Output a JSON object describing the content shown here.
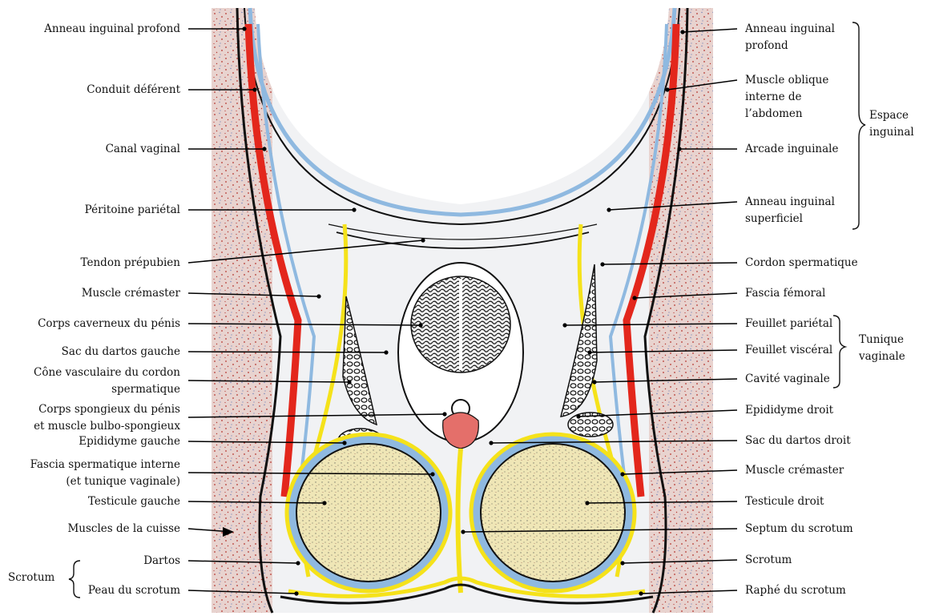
{
  "colors": {
    "background": "#ffffff",
    "thigh_tissue": "#e2c9c4",
    "thigh_speckle": "#b5352e",
    "muscle_red": "#e3271c",
    "fascia_blue": "#8fb9e0",
    "dartos_yellow": "#f5e21a",
    "testis_fill": "#efe6b6",
    "ink": "#111111"
  },
  "left_labels": [
    {
      "id": "anneau-inguinal-profond-left",
      "lines": [
        "Anneau inguinal profond"
      ]
    },
    {
      "id": "conduit-deferent",
      "lines": [
        "Conduit déférent"
      ]
    },
    {
      "id": "canal-vaginal",
      "lines": [
        "Canal vaginal"
      ]
    },
    {
      "id": "peritoine-parietal",
      "lines": [
        "Péritoine pariétal"
      ]
    },
    {
      "id": "tendon-prepubien",
      "lines": [
        "Tendon prépubien"
      ]
    },
    {
      "id": "muscle-cremaster-left",
      "lines": [
        "Muscle crémaster"
      ]
    },
    {
      "id": "corps-caverneux",
      "lines": [
        "Corps caverneux du pénis"
      ]
    },
    {
      "id": "sac-dartos-gauche",
      "lines": [
        "Sac du dartos gauche"
      ]
    },
    {
      "id": "cone-vasculaire",
      "lines": [
        "Cône vasculaire du cordon",
        "spermatique"
      ]
    },
    {
      "id": "corps-spongieux",
      "lines": [
        "Corps spongieux du pénis",
        "et muscle bulbo-spongieux"
      ]
    },
    {
      "id": "epididyme-gauche",
      "lines": [
        "Epididyme gauche"
      ]
    },
    {
      "id": "fascia-spermatique-interne",
      "lines": [
        "Fascia spermatique interne",
        "(et tunique vaginale)"
      ]
    },
    {
      "id": "testicule-gauche",
      "lines": [
        "Testicule gauche"
      ]
    },
    {
      "id": "muscles-cuisse",
      "lines": [
        "Muscles de la cuisse"
      ]
    },
    {
      "id": "dartos",
      "lines": [
        "Dartos"
      ]
    },
    {
      "id": "peau-scrotum",
      "lines": [
        "Peau du scrotum"
      ]
    }
  ],
  "scrotum_group_label": "Scrotum",
  "right_labels": [
    {
      "id": "anneau-inguinal-profond-right",
      "lines": [
        "Anneau inguinal",
        "profond"
      ]
    },
    {
      "id": "muscle-oblique-interne",
      "lines": [
        "Muscle oblique",
        "interne de",
        "l’abdomen"
      ]
    },
    {
      "id": "arcade-inguinale",
      "lines": [
        "Arcade inguinale"
      ]
    },
    {
      "id": "anneau-inguinal-superficiel",
      "lines": [
        "Anneau inguinal",
        "superficiel"
      ]
    },
    {
      "id": "cordon-spermatique",
      "lines": [
        "Cordon spermatique"
      ]
    },
    {
      "id": "fascia-femoral",
      "lines": [
        "Fascia fémoral"
      ]
    },
    {
      "id": "feuillet-parietal",
      "lines": [
        "Feuillet pariétal"
      ]
    },
    {
      "id": "feuillet-visceral",
      "lines": [
        "Feuillet viscéral"
      ]
    },
    {
      "id": "cavite-vaginale",
      "lines": [
        "Cavité vaginale"
      ]
    },
    {
      "id": "epididyme-droit",
      "lines": [
        "Epididyme droit"
      ]
    },
    {
      "id": "sac-dartos-droit",
      "lines": [
        "Sac du dartos droit"
      ]
    },
    {
      "id": "muscle-cremaster-right",
      "lines": [
        "Muscle crémaster"
      ]
    },
    {
      "id": "testicule-droit",
      "lines": [
        "Testicule droit"
      ]
    },
    {
      "id": "septum-scrotum",
      "lines": [
        "Septum du scrotum"
      ]
    },
    {
      "id": "scrotum-right",
      "lines": [
        "Scrotum"
      ]
    },
    {
      "id": "raphe-scrotum",
      "lines": [
        "Raphé du scrotum"
      ]
    }
  ],
  "right_groups": [
    {
      "id": "espace-inguinal",
      "lines": [
        "Espace",
        "inguinal"
      ]
    },
    {
      "id": "tunique-vaginale",
      "lines": [
        "Tunique",
        "vaginale"
      ]
    }
  ]
}
